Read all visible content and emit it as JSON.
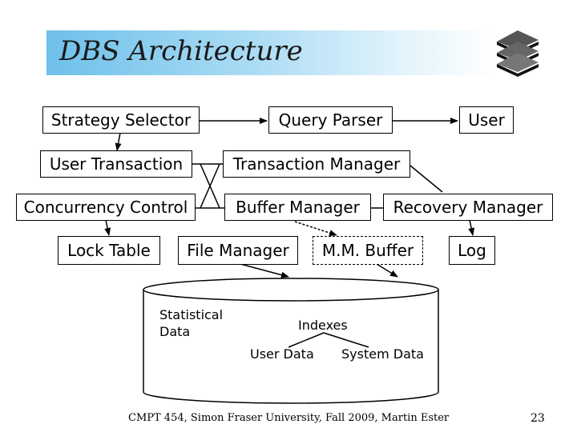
{
  "slide": {
    "title": "DBS Architecture",
    "footer": "CMPT 454, Simon Fraser University, Fall 2009, Martin Ester",
    "page_number": "23"
  },
  "components": {
    "strategy_selector": "Strategy Selector",
    "query_parser": "Query Parser",
    "user": "User",
    "user_transaction": "User Transaction",
    "transaction_manager": "Transaction Manager",
    "concurrency_control": "Concurrency Control",
    "buffer_manager": "Buffer Manager",
    "recovery_manager": "Recovery Manager",
    "lock_table": "Lock Table",
    "file_manager": "File Manager",
    "mm_buffer": "M.M. Buffer",
    "log": "Log"
  },
  "storage": {
    "statistical_data_line1": "Statistical",
    "statistical_data_line2": "Data",
    "indexes": "Indexes",
    "user_data": "User Data",
    "system_data": "System Data"
  }
}
